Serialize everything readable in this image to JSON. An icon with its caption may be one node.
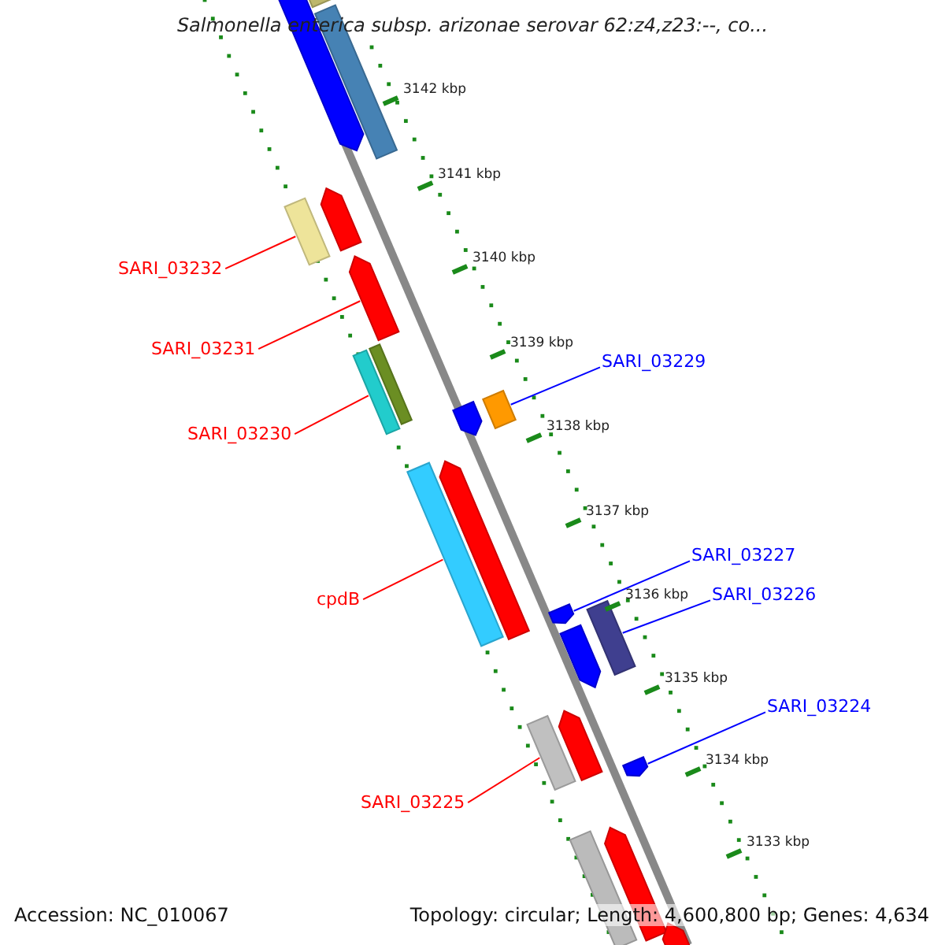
{
  "diagram": {
    "title": "Salmonella enterica subsp. arizonae serovar 62:z4,z23:--, co...",
    "nodes": [
      {
        "text": [
          "SARI_03232"
        ]
      },
      {
        "text": [],
        "shape": "bar"
      },
      {
        "text": [
          "SARI_03231"
        ]
      },
      {
        "text": [],
        "shape": "bar"
      },
      {
        "text": [
          "SARI_03230"
        ]
      },
      {
        "text": [],
        "shape": "bar"
      },
      {
        "text": [
          "SARI_03229"
        ]
      },
      {
        "text": [],
        "shape": "bar"
      },
      {
        "text": [
          "cpdB"
        ]
      },
      {
        "text": [],
        "shape": "bar"
      },
      {
        "text": [
          "SARI_03227"
        ]
      },
      {
        "text": [],
        "shape": "bar"
      },
      {
        "text": [
          "SARI_03226"
        ]
      },
      {
        "text": [],
        "shape": "bar"
      },
      {
        "text": [
          "SARI_03224"
        ]
      },
      {
        "text": [],
        "shape": "bar"
      },
      {
        "text": [
          "SARI_03225"
        ]
      },
      {
        "text": [],
        "shape": "bar"
      },
      {
        "text": [],
        "shape": "bar"
      },
      {
        "text": [],
        "shape": "bar"
      },
      {
        "text": [],
        "shape": "bar"
      },
      {
        "text": [],
        "shape": "bar"
      },
      {
        "text": [],
        "shape": "bar"
      },
      {
        "text": [],
        "shape": "bar"
      },
      {
        "text": [],
        "shape": "bar"
      },
      {
        "text": [],
        "shape": "bar"
      },
      {
        "text": [],
        "shape": "bar"
      },
      {
        "text": [],
        "shape": "bar"
      },
      {
        "text": [],
        "shape": "bar"
      },
      {
        "text": [],
        "shape": "bar"
      }
    ],
    "edges": [
      {
        "from": 0,
        "to": 1,
        "arrow": "none"
      },
      {
        "from": 2,
        "to": 3,
        "arrow": "none"
      },
      {
        "from": 4,
        "to": 5,
        "arrow": "none"
      },
      {
        "from": 6,
        "to": 7,
        "arrow": "none",
        "color": "#0000ff"
      },
      {
        "from": 8,
        "to": 9,
        "arrow": "none"
      },
      {
        "from": 10,
        "to": 11,
        "arrow": "none",
        "color": "#0000ff"
      },
      {
        "from": 12,
        "to": 13,
        "arrow": "none",
        "color": "#0000ff"
      },
      {
        "from": 14,
        "to": 15,
        "arrow": "none",
        "color": "#0000ff"
      },
      {
        "from": 16,
        "to": 17,
        "arrow": "none"
      }
    ],
    "labels": [
      "3142 kbp",
      "3141 kbp",
      "3140 kbp",
      "3139 kbp",
      "3138 kbp",
      "3137 kbp",
      "3136 kbp",
      "3135 kbp",
      "3134 kbp",
      "3133 kbp",
      "Accession: NC_010067",
      "Topology: circular; Length: 4,600,800 bp; Genes: 4,634"
    ]
  }
}
